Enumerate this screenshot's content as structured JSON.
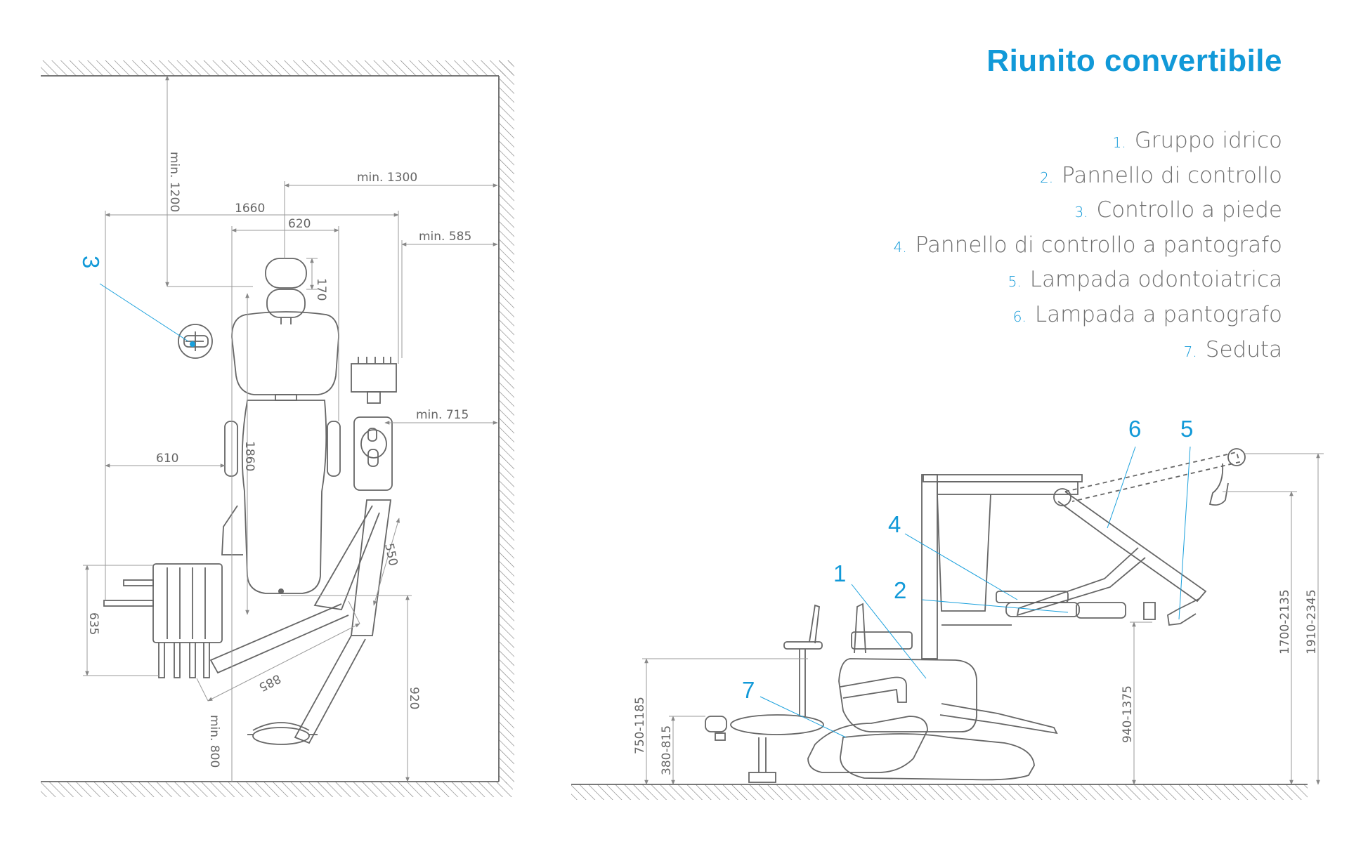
{
  "title": "Riunito convertibile",
  "legend": [
    {
      "num": "1.",
      "label": "Gruppo idrico"
    },
    {
      "num": "2.",
      "label": "Pannello di controllo"
    },
    {
      "num": "3.",
      "label": "Controllo a piede"
    },
    {
      "num": "4.",
      "label": "Pannello di controllo a pantografo"
    },
    {
      "num": "5.",
      "label": "Lampada odontoiatrica"
    },
    {
      "num": "6.",
      "label": "Lampada a pantografo"
    },
    {
      "num": "7.",
      "label": "Seduta"
    }
  ],
  "plan_dimensions": {
    "min_1200": "min. 1200",
    "min_1300": "min. 1300",
    "d1660": "1660",
    "d620": "620",
    "min_585": "min. 585",
    "d170": "170",
    "min_715": "min. 715",
    "d610": "610",
    "d1860": "1860",
    "d550": "550",
    "d635": "635",
    "d885": "885",
    "d920": "920",
    "min_800": "min. 800"
  },
  "side_dimensions": {
    "d750_1185": "750-1185",
    "d380_815": "380-815",
    "d940_1375": "940-1375",
    "d1700_2135": "1700-2135",
    "d1910_2345": "1910-2345"
  },
  "callouts": {
    "c1": "1",
    "c2": "2",
    "c3": "3",
    "c4": "4",
    "c5": "5",
    "c6": "6",
    "c7": "7"
  },
  "colors": {
    "accent": "#1199d8",
    "line": "#666666",
    "text": "#6e6e6e"
  }
}
